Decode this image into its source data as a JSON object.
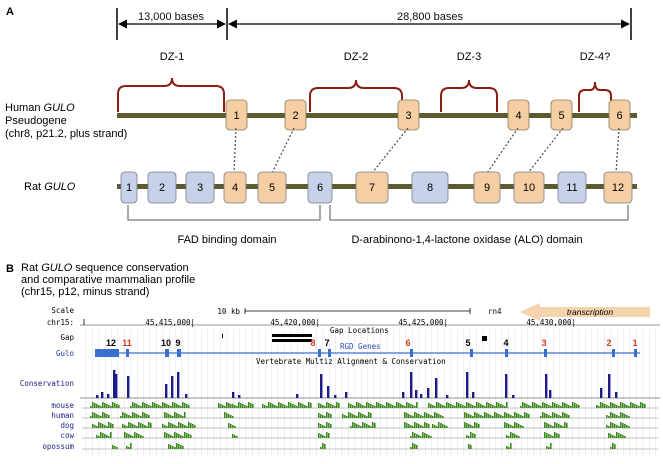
{
  "panelA": {
    "letter": "A",
    "span1": "13,000 bases",
    "span2": "28,800 bases",
    "dz": [
      "DZ-1",
      "DZ-2",
      "DZ-3",
      "DZ-4?"
    ],
    "human_line1_prefix": "Human ",
    "human_line1_gene": "GULO",
    "human_line2": "Pseudogene",
    "human_line3": "(chr8, p21.2, plus strand)",
    "rat_prefix": "Rat ",
    "rat_gene": "GULO",
    "human_exons": [
      "1",
      "2",
      "3",
      "4",
      "5",
      "6"
    ],
    "rat_exons": [
      {
        "label": "1",
        "color": "blue"
      },
      {
        "label": "2",
        "color": "blue"
      },
      {
        "label": "3",
        "color": "blue"
      },
      {
        "label": "4",
        "color": "orange"
      },
      {
        "label": "5",
        "color": "orange"
      },
      {
        "label": "6",
        "color": "blue"
      },
      {
        "label": "7",
        "color": "orange"
      },
      {
        "label": "8",
        "color": "blue"
      },
      {
        "label": "9",
        "color": "orange"
      },
      {
        "label": "10",
        "color": "orange"
      },
      {
        "label": "11",
        "color": "blue"
      },
      {
        "label": "12",
        "color": "orange"
      }
    ],
    "fad_label": "FAD binding domain",
    "alo_label": "D-arabinono-1,4-lactone oxidase (ALO) domain",
    "colors": {
      "orange": "#f6cea3",
      "blue": "#c6d2ea",
      "line": "#5c5a2e",
      "bracket": "#8a1e12"
    }
  },
  "panelB": {
    "letter": "B",
    "title_line1_prefix": "Rat ",
    "title_line1_gene": "GULO",
    "title_line1_suffix": " sequence conservation",
    "title_line2": "and comparative mammalian profile",
    "title_line3": "(chr15, p12, minus strand)",
    "title_line4": "scale bar and positions",
    "browser": {
      "scale_label": "Scale",
      "chr_label": "chr15:",
      "scale_text": "10 kb",
      "assembly": "rn4",
      "positions": [
        "45,415,000|",
        "45,420,000|",
        "45,425,000|",
        "45,430,000|"
      ],
      "transcription": "transcription",
      "gap_label": "Gap",
      "gap_title": "Gap Locations",
      "gulo_label": "Gulo",
      "rgd_title": "RGD Genes",
      "multiz_title": "Vertebrate Multiz Alignment & Conservation",
      "conservation_label": "Conservation",
      "species": [
        "mouse",
        "human",
        "dog",
        "cow",
        "opossum"
      ],
      "exon_labels": [
        {
          "label": "12",
          "color": "black"
        },
        {
          "label": "11",
          "color": "red"
        },
        {
          "label": "10",
          "color": "black"
        },
        {
          "label": "9",
          "color": "black"
        },
        {
          "label": "8",
          "color": "red"
        },
        {
          "label": "7",
          "color": "black"
        },
        {
          "label": "6",
          "color": "red"
        },
        {
          "label": "5",
          "color": "black"
        },
        {
          "label": "4",
          "color": "black"
        },
        {
          "label": "3",
          "color": "red"
        },
        {
          "label": "2",
          "color": "red"
        },
        {
          "label": "1",
          "color": "red"
        }
      ]
    }
  }
}
